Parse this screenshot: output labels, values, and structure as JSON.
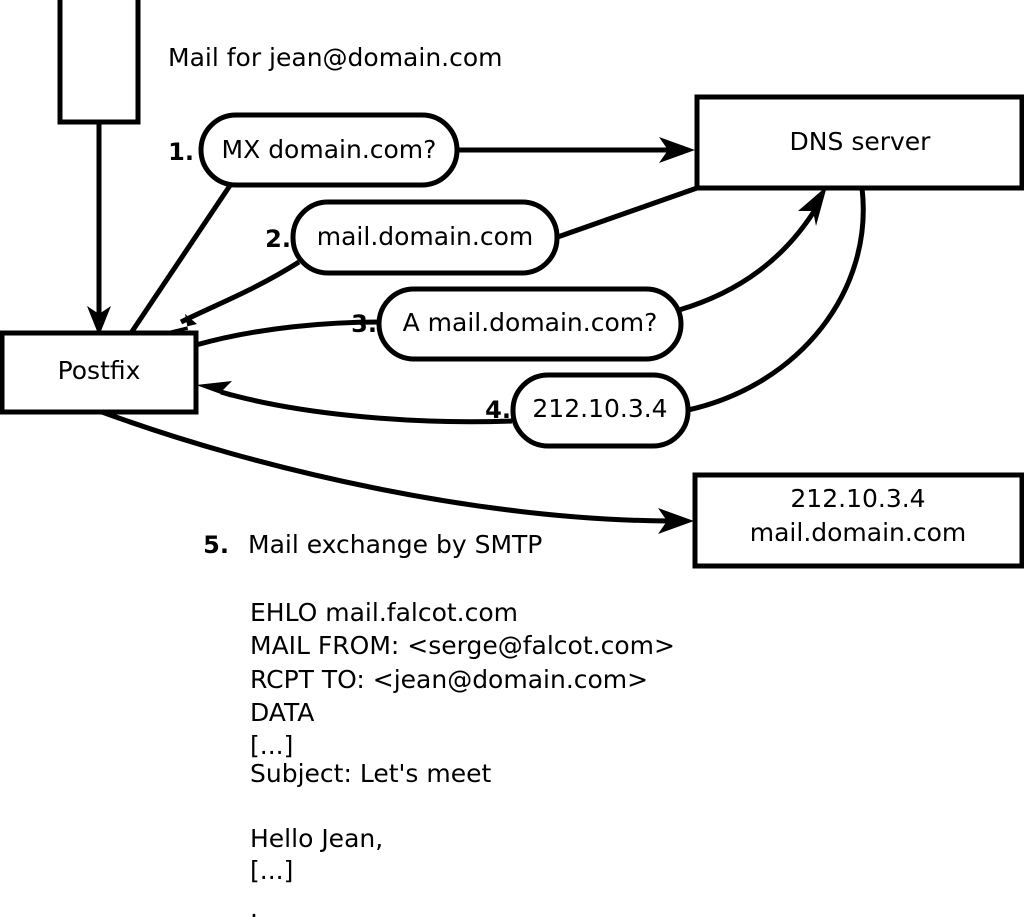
{
  "diagram": {
    "title_label": "Mail for jean@domain.com",
    "nodes": [
      {
        "id": "client",
        "label": ""
      },
      {
        "id": "postfix",
        "label": "Postfix"
      },
      {
        "id": "dns",
        "label": "DNS server"
      },
      {
        "id": "remote_mx",
        "label_line1": "212.10.3.4",
        "label_line2": "mail.domain.com"
      }
    ],
    "steps": [
      {
        "number": "1.",
        "label": "MX domain.com?"
      },
      {
        "number": "2.",
        "label": "mail.domain.com"
      },
      {
        "number": "3.",
        "label": "A mail.domain.com?"
      },
      {
        "number": "4.",
        "label": "212.10.3.4"
      },
      {
        "number": "5.",
        "label": "Mail exchange by SMTP"
      }
    ],
    "transcript": [
      "EHLO mail.falcot.com",
      "MAIL FROM: <serge@falcot.com>",
      "RCPT TO: <jean@domain.com>",
      "DATA",
      "[...]",
      "Subject: Let's meet",
      "",
      "Hello Jean,",
      "[...]",
      "",
      "."
    ],
    "colors": {
      "stroke": "#000000",
      "fill": "#ffffff",
      "background": "#ffffff"
    }
  }
}
